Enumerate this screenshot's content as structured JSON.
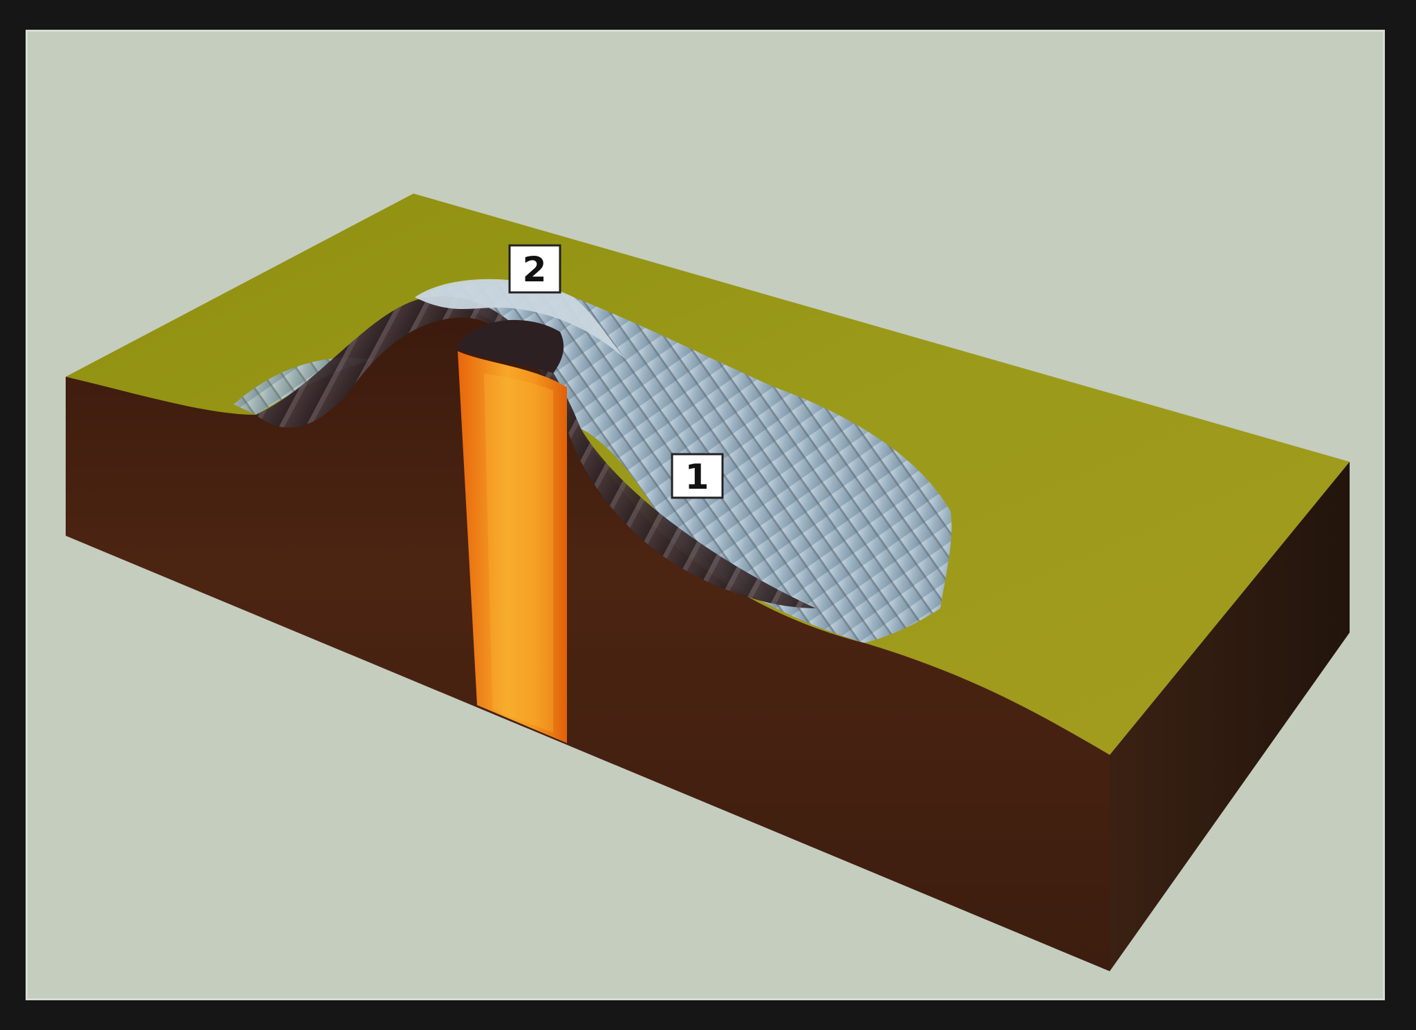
{
  "diagram": {
    "labels": [
      {
        "id": "1",
        "text": "1"
      },
      {
        "id": "2",
        "text": "2"
      }
    ]
  },
  "colors": {
    "background_frame": "#161616",
    "panel": "#c5cdbf",
    "ground_top": "#9a9a18",
    "cross_section": "#4a2312",
    "block_side": "#2e1a10",
    "volcano_rock": "#3f3234",
    "ash_layer": "#9fb6c6",
    "magma": "#f08c12"
  }
}
